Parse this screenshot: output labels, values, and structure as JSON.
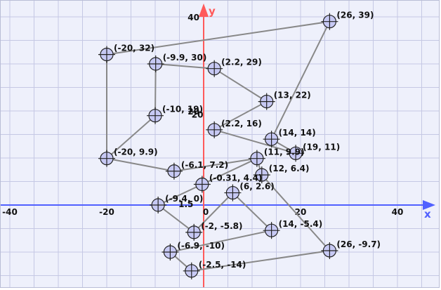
{
  "chart_data": {
    "type": "scatter",
    "xlabel": "x",
    "ylabel": "y",
    "xlim": [
      -42,
      46.5
    ],
    "ylim": [
      -16,
      41
    ],
    "grid": true,
    "x_ticks": [
      -40,
      -20,
      0,
      20,
      40
    ],
    "x_tick_labels": [
      "-40",
      "-20",
      "0",
      "20",
      "40"
    ],
    "y_ticks": [
      20,
      40
    ],
    "y_tick_labels": [
      "20",
      "40"
    ],
    "colors": {
      "background": "#eef0fb",
      "grid": "#c5c8e4",
      "x_axis": "#5060ff",
      "y_axis": "#ff5a5a",
      "path": "#888888",
      "marker_fill": "#c7c9f4",
      "marker_stroke": "#222222"
    },
    "series": [
      {
        "connected": true,
        "points": [
          {
            "x": -20,
            "y": 9.9,
            "label": "(-20, 9.9)"
          },
          {
            "x": -20,
            "y": 32,
            "label": "(-20, 32)"
          },
          {
            "x": 26,
            "y": 39,
            "label": "(26, 39)"
          },
          {
            "x": 14,
            "y": 14,
            "label": "(14, 14)"
          },
          {
            "x": 19,
            "y": 11,
            "label": "(19, 11)"
          },
          {
            "x": 2.2,
            "y": 16,
            "label": "(2.2, 16)"
          },
          {
            "x": 13,
            "y": 22,
            "label": "(13, 22)"
          },
          {
            "x": 2.2,
            "y": 29,
            "label": "(2.2, 29)"
          },
          {
            "x": -9.9,
            "y": 30,
            "label": "(-9.9, 30)"
          },
          {
            "x": -10,
            "y": 19,
            "label": "(-10, 19)"
          },
          {
            "x": -20,
            "y": 9.9,
            "label": ""
          },
          {
            "x": -6.1,
            "y": 7.2,
            "label": "(-6.1, 7.2)"
          },
          {
            "x": 11,
            "y": 9.9,
            "label": "(11, 9.9)"
          },
          {
            "x": 12,
            "y": 6.4,
            "label": "(12, 6.4)"
          },
          {
            "x": 26,
            "y": -9.7,
            "label": "(26, -9.7)"
          },
          {
            "x": -2.5,
            "y": -14,
            "label": "(-2.5, -14)"
          },
          {
            "x": -6.9,
            "y": -10,
            "label": "(-6.9, -10)"
          },
          {
            "x": 14,
            "y": -5.4,
            "label": "(14, -5.4)"
          },
          {
            "x": 6,
            "y": 2.6,
            "label": "(6, 2.6)"
          },
          {
            "x": -2,
            "y": -5.8,
            "label": "(-2, -5.8)"
          },
          {
            "x": -9.4,
            "y": 0,
            "label": "(-9.4, 0)"
          },
          {
            "x": -0.31,
            "y": 4.4,
            "label": "(-0.31, 4.4)"
          },
          {
            "x": 11,
            "y": 9.9,
            "label": ""
          }
        ]
      }
    ],
    "annotations": [
      {
        "x": -2.5,
        "y": 19,
        "text": "20"
      },
      {
        "x": -5.2,
        "y": 0,
        "text": "1.5"
      }
    ]
  }
}
